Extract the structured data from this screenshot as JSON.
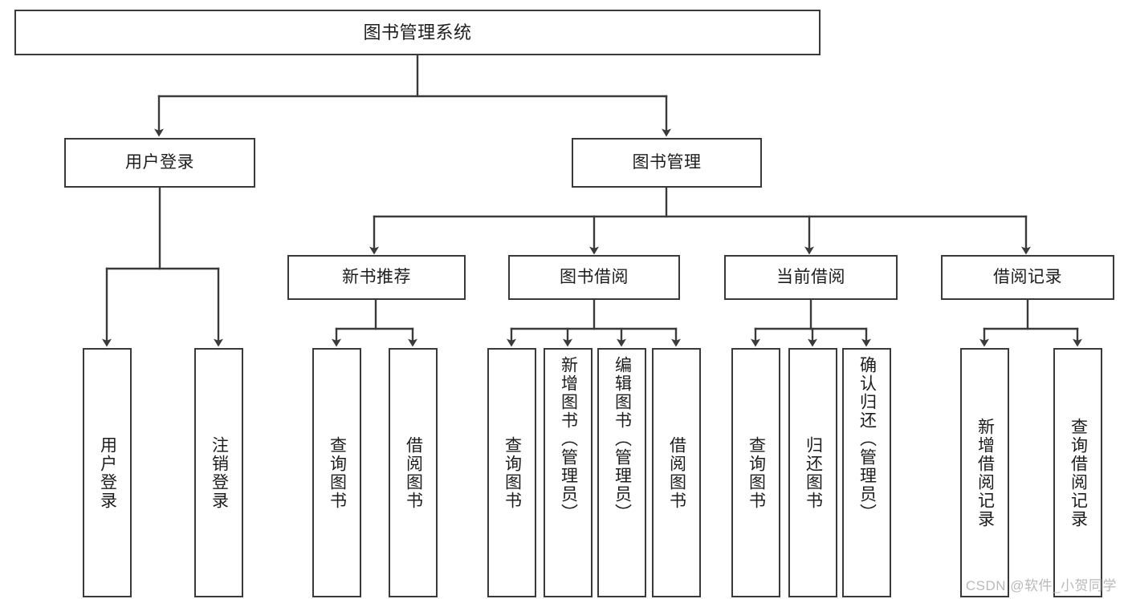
{
  "diagram": {
    "title": "图书管理系统",
    "type": "tree",
    "watermark": "CSDN @软件_小贺同学",
    "colors": {
      "stroke": "#3a3a3a",
      "fill": "#ffffff",
      "text": "#1d1d1d",
      "watermark": "#b9b9b9"
    },
    "nodes": {
      "root": {
        "label": "图书管理系统"
      },
      "level2": [
        {
          "label": "用户登录"
        },
        {
          "label": "图书管理"
        }
      ],
      "level3": [
        {
          "label": "新书推荐"
        },
        {
          "label": "图书借阅"
        },
        {
          "label": "当前借阅"
        },
        {
          "label": "借阅记录"
        }
      ],
      "leaves": {
        "user_login": [
          {
            "label": "用户登录"
          },
          {
            "label": "注销登录"
          }
        ],
        "new_book": [
          {
            "label": "查询图书"
          },
          {
            "label": "借阅图书"
          }
        ],
        "book_borrow": [
          {
            "label": "查询图书"
          },
          {
            "label": "新增图书（管理员）"
          },
          {
            "label": "编辑图书（管理员）"
          },
          {
            "label": "借阅图书"
          }
        ],
        "current_borrow": [
          {
            "label": "查询图书"
          },
          {
            "label": "归还图书"
          },
          {
            "label": "确认归还（管理员）"
          }
        ],
        "borrow_record": [
          {
            "label": "新增借阅记录"
          },
          {
            "label": "查询借阅记录"
          }
        ]
      }
    }
  }
}
